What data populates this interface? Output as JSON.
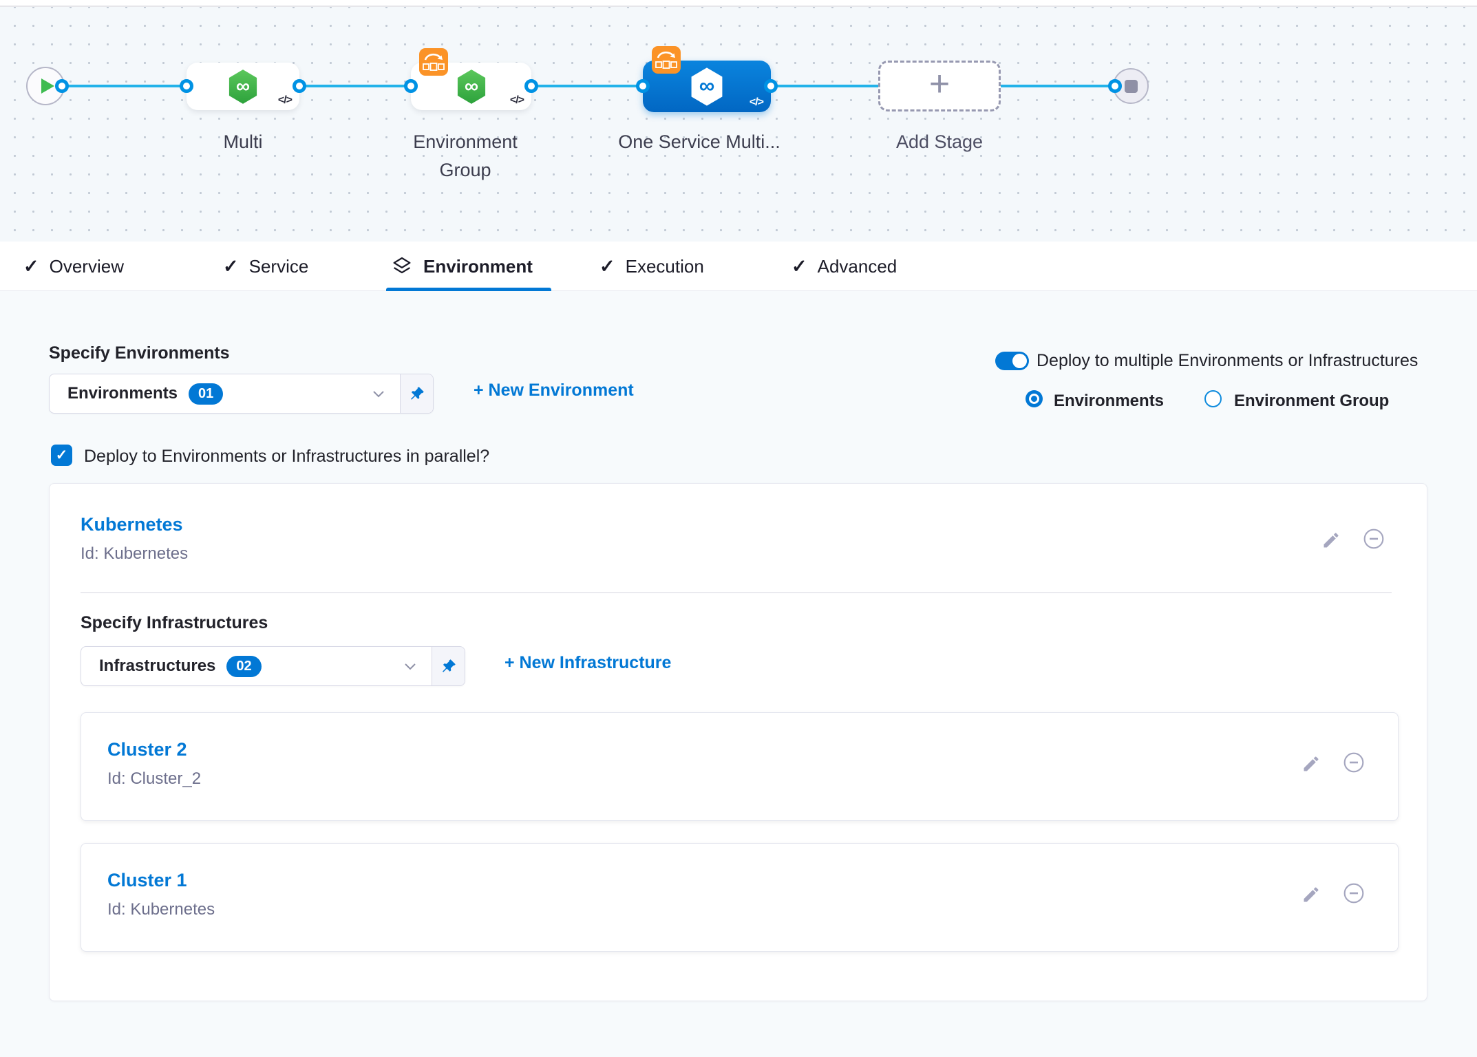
{
  "pipeline": {
    "stages": [
      {
        "name": "Multi",
        "selected": false
      },
      {
        "name": "Environment Group",
        "selected": false
      },
      {
        "name": "One Service Multi...",
        "selected": true
      }
    ],
    "add_stage_label": "Add Stage"
  },
  "tabs": [
    {
      "label": "Overview"
    },
    {
      "label": "Service"
    },
    {
      "label": "Environment"
    },
    {
      "label": "Execution"
    },
    {
      "label": "Advanced"
    }
  ],
  "environments": {
    "section_title": "Specify Environments",
    "dropdown_label": "Environments",
    "dropdown_count": "01",
    "new_environment_link": "+ New Environment",
    "multi_toggle_label": "Deploy to multiple Environments or Infrastructures",
    "radio_options": [
      {
        "label": "Environments",
        "selected": true
      },
      {
        "label": "Environment Group",
        "selected": false
      }
    ],
    "parallel_checkbox_label": "Deploy to Environments or Infrastructures in parallel?"
  },
  "environment_card": {
    "name": "Kubernetes",
    "id": "Id: Kubernetes",
    "infra_section_title": "Specify Infrastructures",
    "infra_dropdown_label": "Infrastructures",
    "infra_dropdown_count": "02",
    "new_infrastructure_link": "+ New Infrastructure",
    "infrastructures": [
      {
        "name": "Cluster 2",
        "id": "Id: Cluster_2"
      },
      {
        "name": "Cluster 1",
        "id": "Id: Kubernetes"
      }
    ]
  },
  "icons": {
    "check": "✓",
    "infinity": "∞",
    "code": "</>",
    "plus": "+",
    "checkbox_check": "✓"
  },
  "colors": {
    "accent_blue": "#0278d5",
    "connector_blue": "#22b2e9",
    "stage_green": "#42ba57",
    "badge_orange": "#fb9327",
    "muted_icon": "#a5a6bf"
  }
}
